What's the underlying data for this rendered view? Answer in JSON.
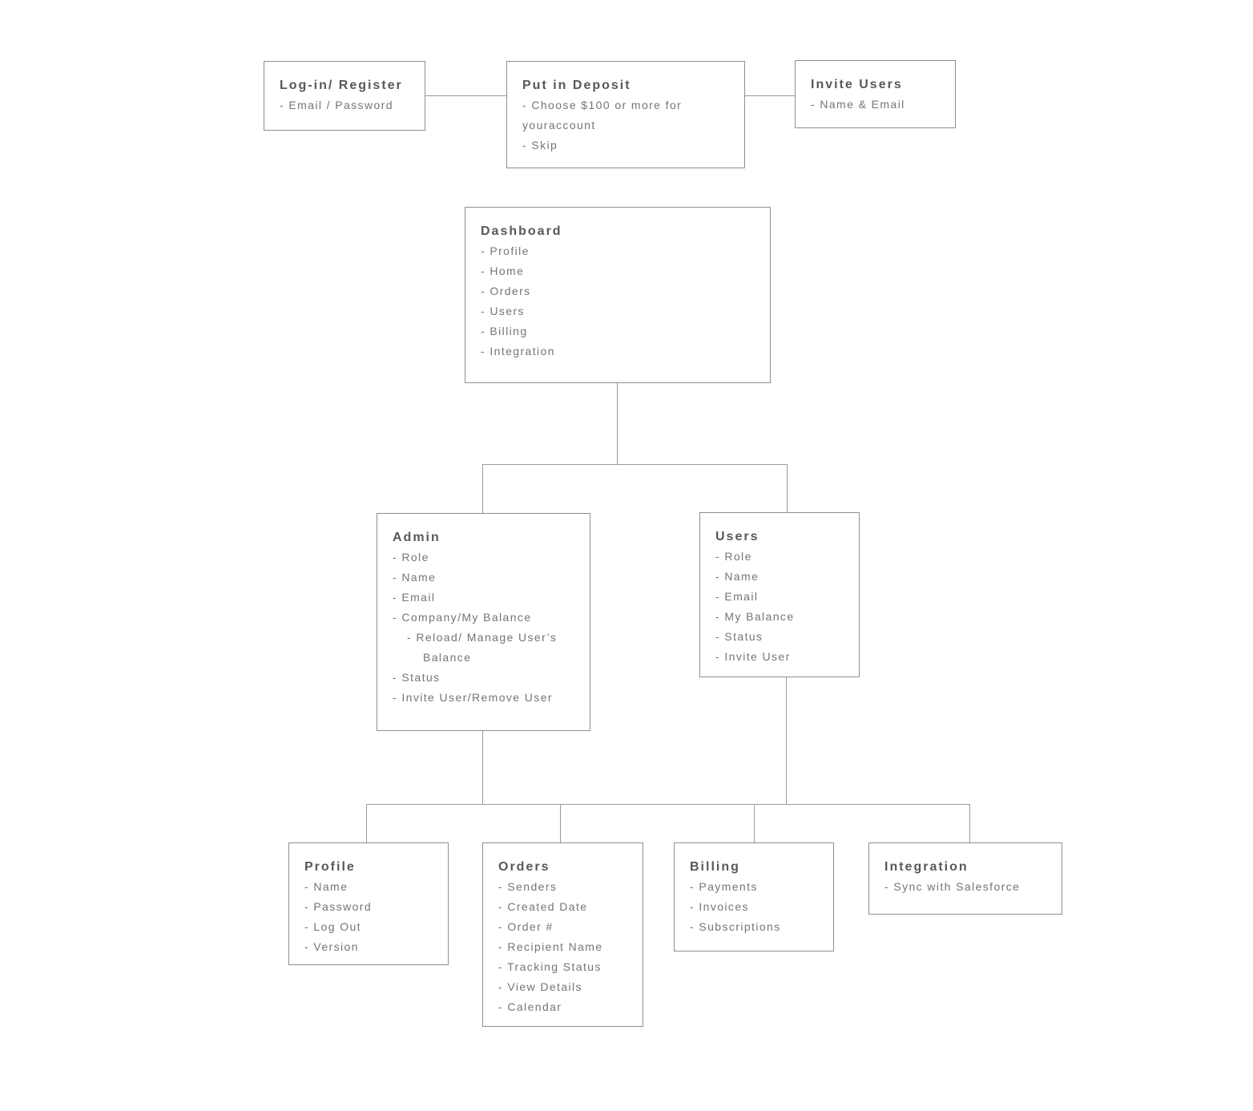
{
  "diagram": {
    "type": "sitemap-flowchart",
    "colors": {
      "background": "#ffffff",
      "node_border": "#8f8f8f",
      "connector": "#999999",
      "title_text": "#585858",
      "item_text": "#757575"
    },
    "boxes": {
      "login": {
        "title": "Log-in/ Register",
        "items": [
          "Email / Password"
        ]
      },
      "deposit": {
        "title": "Put in Deposit",
        "items": [
          "Choose $100 or more for youraccount",
          "Skip"
        ]
      },
      "invite": {
        "title": "Invite Users",
        "items": [
          "Name & Email"
        ]
      },
      "dashboard": {
        "title": "Dashboard",
        "items": [
          "Profile",
          "Home",
          "Orders",
          "Users",
          "Billing",
          "Integration"
        ]
      },
      "admin": {
        "title": "Admin",
        "items": [
          "Role",
          "Name",
          "Email",
          "Company/My Balance",
          "Reload/ Manage User’s Balance",
          "Status",
          "Invite User/Remove User"
        ]
      },
      "users": {
        "title": "Users",
        "items": [
          "Role",
          "Name",
          "Email",
          "My Balance",
          "Status",
          "Invite User"
        ]
      },
      "profile": {
        "title": "Profile",
        "items": [
          "Name",
          "Password",
          "Log Out",
          "Version"
        ]
      },
      "orders": {
        "title": "Orders",
        "items": [
          "Senders",
          "Created Date",
          "Order #",
          "Recipient Name",
          "Tracking Status",
          "View Details",
          "Calendar"
        ]
      },
      "billing": {
        "title": "Billing",
        "items": [
          "Payments",
          "Invoices",
          "Subscriptions"
        ]
      },
      "integration": {
        "title": "Integration",
        "items": [
          "Sync with Salesforce"
        ]
      }
    }
  }
}
